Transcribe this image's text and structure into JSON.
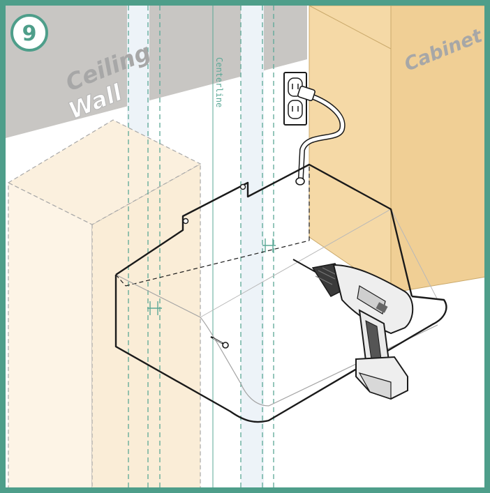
{
  "step": {
    "number": "9"
  },
  "labels": {
    "ceiling": "Ceiling",
    "wall": "Wall",
    "cabinet": "Cabinet",
    "centerline": "Centerline"
  },
  "colors": {
    "frame": "#4e9e8a",
    "ceiling": "#c8c6c3",
    "cabinet_front": "#f5d9a6",
    "cabinet_side": "#f0cf95",
    "ghost_cabinet": "#fdf4e6",
    "stud": "#edf3f8",
    "guide": "#5aa896",
    "label_gray": "#a7a7a7",
    "hood_outline": "#1a1a1a"
  },
  "icons": [
    "step-badge",
    "outlet-icon",
    "power-cord",
    "screw-icon",
    "drill-icon"
  ]
}
